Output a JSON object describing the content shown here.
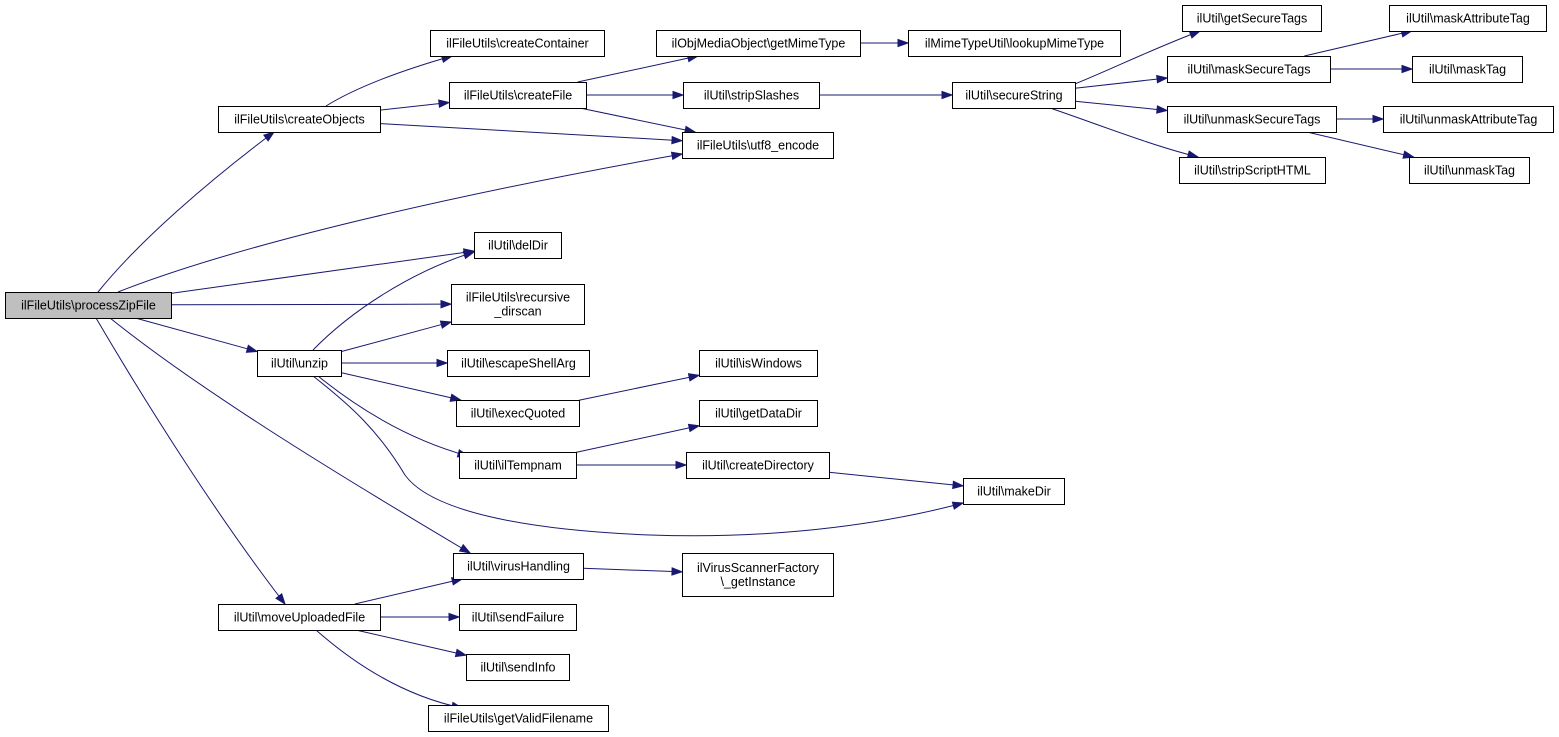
{
  "graph": {
    "colors": {
      "edge": "#191970",
      "node_border": "#000000",
      "root_fill": "#bfbfbf",
      "node_fill": "#ffffff"
    },
    "nodes": [
      {
        "id": "processZipFile",
        "lines": [
          "ilFileUtils\\processZipFile"
        ],
        "root": true
      },
      {
        "id": "createObjects",
        "lines": [
          "ilFileUtils\\createObjects"
        ]
      },
      {
        "id": "createContainer",
        "lines": [
          "ilFileUtils\\createContainer"
        ]
      },
      {
        "id": "createFile",
        "lines": [
          "ilFileUtils\\createFile"
        ]
      },
      {
        "id": "getMimeType",
        "lines": [
          "ilObjMediaObject\\getMimeType"
        ]
      },
      {
        "id": "lookupMimeType",
        "lines": [
          "ilMimeTypeUtil\\lookupMimeType"
        ]
      },
      {
        "id": "stripSlashes",
        "lines": [
          "ilUtil\\stripSlashes"
        ]
      },
      {
        "id": "secureString",
        "lines": [
          "ilUtil\\secureString"
        ]
      },
      {
        "id": "getSecureTags",
        "lines": [
          "ilUtil\\getSecureTags"
        ]
      },
      {
        "id": "maskSecureTags",
        "lines": [
          "ilUtil\\maskSecureTags"
        ]
      },
      {
        "id": "maskAttributeTag",
        "lines": [
          "ilUtil\\maskAttributeTag"
        ]
      },
      {
        "id": "maskTag",
        "lines": [
          "ilUtil\\maskTag"
        ]
      },
      {
        "id": "unmaskSecureTags",
        "lines": [
          "ilUtil\\unmaskSecureTags"
        ]
      },
      {
        "id": "unmaskAttributeTag",
        "lines": [
          "ilUtil\\unmaskAttributeTag"
        ]
      },
      {
        "id": "unmaskTag",
        "lines": [
          "ilUtil\\unmaskTag"
        ]
      },
      {
        "id": "stripScriptHTML",
        "lines": [
          "ilUtil\\stripScriptHTML"
        ]
      },
      {
        "id": "utf8_encode",
        "lines": [
          "ilFileUtils\\utf8_encode"
        ]
      },
      {
        "id": "delDir",
        "lines": [
          "ilUtil\\delDir"
        ]
      },
      {
        "id": "recursive_dirscan",
        "lines": [
          "ilFileUtils\\recursive",
          "_dirscan"
        ]
      },
      {
        "id": "unzip",
        "lines": [
          "ilUtil\\unzip"
        ]
      },
      {
        "id": "escapeShellArg",
        "lines": [
          "ilUtil\\escapeShellArg"
        ]
      },
      {
        "id": "execQuoted",
        "lines": [
          "ilUtil\\execQuoted"
        ]
      },
      {
        "id": "isWindows",
        "lines": [
          "ilUtil\\isWindows"
        ]
      },
      {
        "id": "ilTempnam",
        "lines": [
          "ilUtil\\ilTempnam"
        ]
      },
      {
        "id": "getDataDir",
        "lines": [
          "ilUtil\\getDataDir"
        ]
      },
      {
        "id": "createDirectory",
        "lines": [
          "ilUtil\\createDirectory"
        ]
      },
      {
        "id": "makeDir",
        "lines": [
          "ilUtil\\makeDir"
        ]
      },
      {
        "id": "virusHandling",
        "lines": [
          "ilUtil\\virusHandling"
        ]
      },
      {
        "id": "getInstance",
        "lines": [
          "ilVirusScannerFactory",
          "\\_getInstance"
        ]
      },
      {
        "id": "moveUploadedFile",
        "lines": [
          "ilUtil\\moveUploadedFile"
        ]
      },
      {
        "id": "sendFailure",
        "lines": [
          "ilUtil\\sendFailure"
        ]
      },
      {
        "id": "sendInfo",
        "lines": [
          "ilUtil\\sendInfo"
        ]
      },
      {
        "id": "getValidFilename",
        "lines": [
          "ilFileUtils\\getValidFilename"
        ]
      }
    ],
    "edges": [
      [
        "processZipFile",
        "createObjects"
      ],
      [
        "processZipFile",
        "utf8_encode"
      ],
      [
        "processZipFile",
        "delDir"
      ],
      [
        "processZipFile",
        "recursive_dirscan"
      ],
      [
        "processZipFile",
        "unzip"
      ],
      [
        "processZipFile",
        "virusHandling"
      ],
      [
        "processZipFile",
        "moveUploadedFile"
      ],
      [
        "createObjects",
        "createContainer"
      ],
      [
        "createObjects",
        "createFile"
      ],
      [
        "createObjects",
        "utf8_encode"
      ],
      [
        "createFile",
        "getMimeType"
      ],
      [
        "createFile",
        "stripSlashes"
      ],
      [
        "createFile",
        "utf8_encode"
      ],
      [
        "getMimeType",
        "lookupMimeType"
      ],
      [
        "stripSlashes",
        "secureString"
      ],
      [
        "secureString",
        "getSecureTags"
      ],
      [
        "secureString",
        "maskSecureTags"
      ],
      [
        "secureString",
        "unmaskSecureTags"
      ],
      [
        "secureString",
        "stripScriptHTML"
      ],
      [
        "maskSecureTags",
        "maskAttributeTag"
      ],
      [
        "maskSecureTags",
        "maskTag"
      ],
      [
        "unmaskSecureTags",
        "unmaskAttributeTag"
      ],
      [
        "unmaskSecureTags",
        "unmaskTag"
      ],
      [
        "unzip",
        "delDir"
      ],
      [
        "unzip",
        "recursive_dirscan"
      ],
      [
        "unzip",
        "escapeShellArg"
      ],
      [
        "unzip",
        "execQuoted"
      ],
      [
        "unzip",
        "ilTempnam"
      ],
      [
        "unzip",
        "makeDir"
      ],
      [
        "execQuoted",
        "isWindows"
      ],
      [
        "ilTempnam",
        "getDataDir"
      ],
      [
        "ilTempnam",
        "createDirectory"
      ],
      [
        "createDirectory",
        "makeDir"
      ],
      [
        "virusHandling",
        "getInstance"
      ],
      [
        "moveUploadedFile",
        "virusHandling"
      ],
      [
        "moveUploadedFile",
        "sendFailure"
      ],
      [
        "moveUploadedFile",
        "sendInfo"
      ],
      [
        "moveUploadedFile",
        "getValidFilename"
      ]
    ]
  }
}
